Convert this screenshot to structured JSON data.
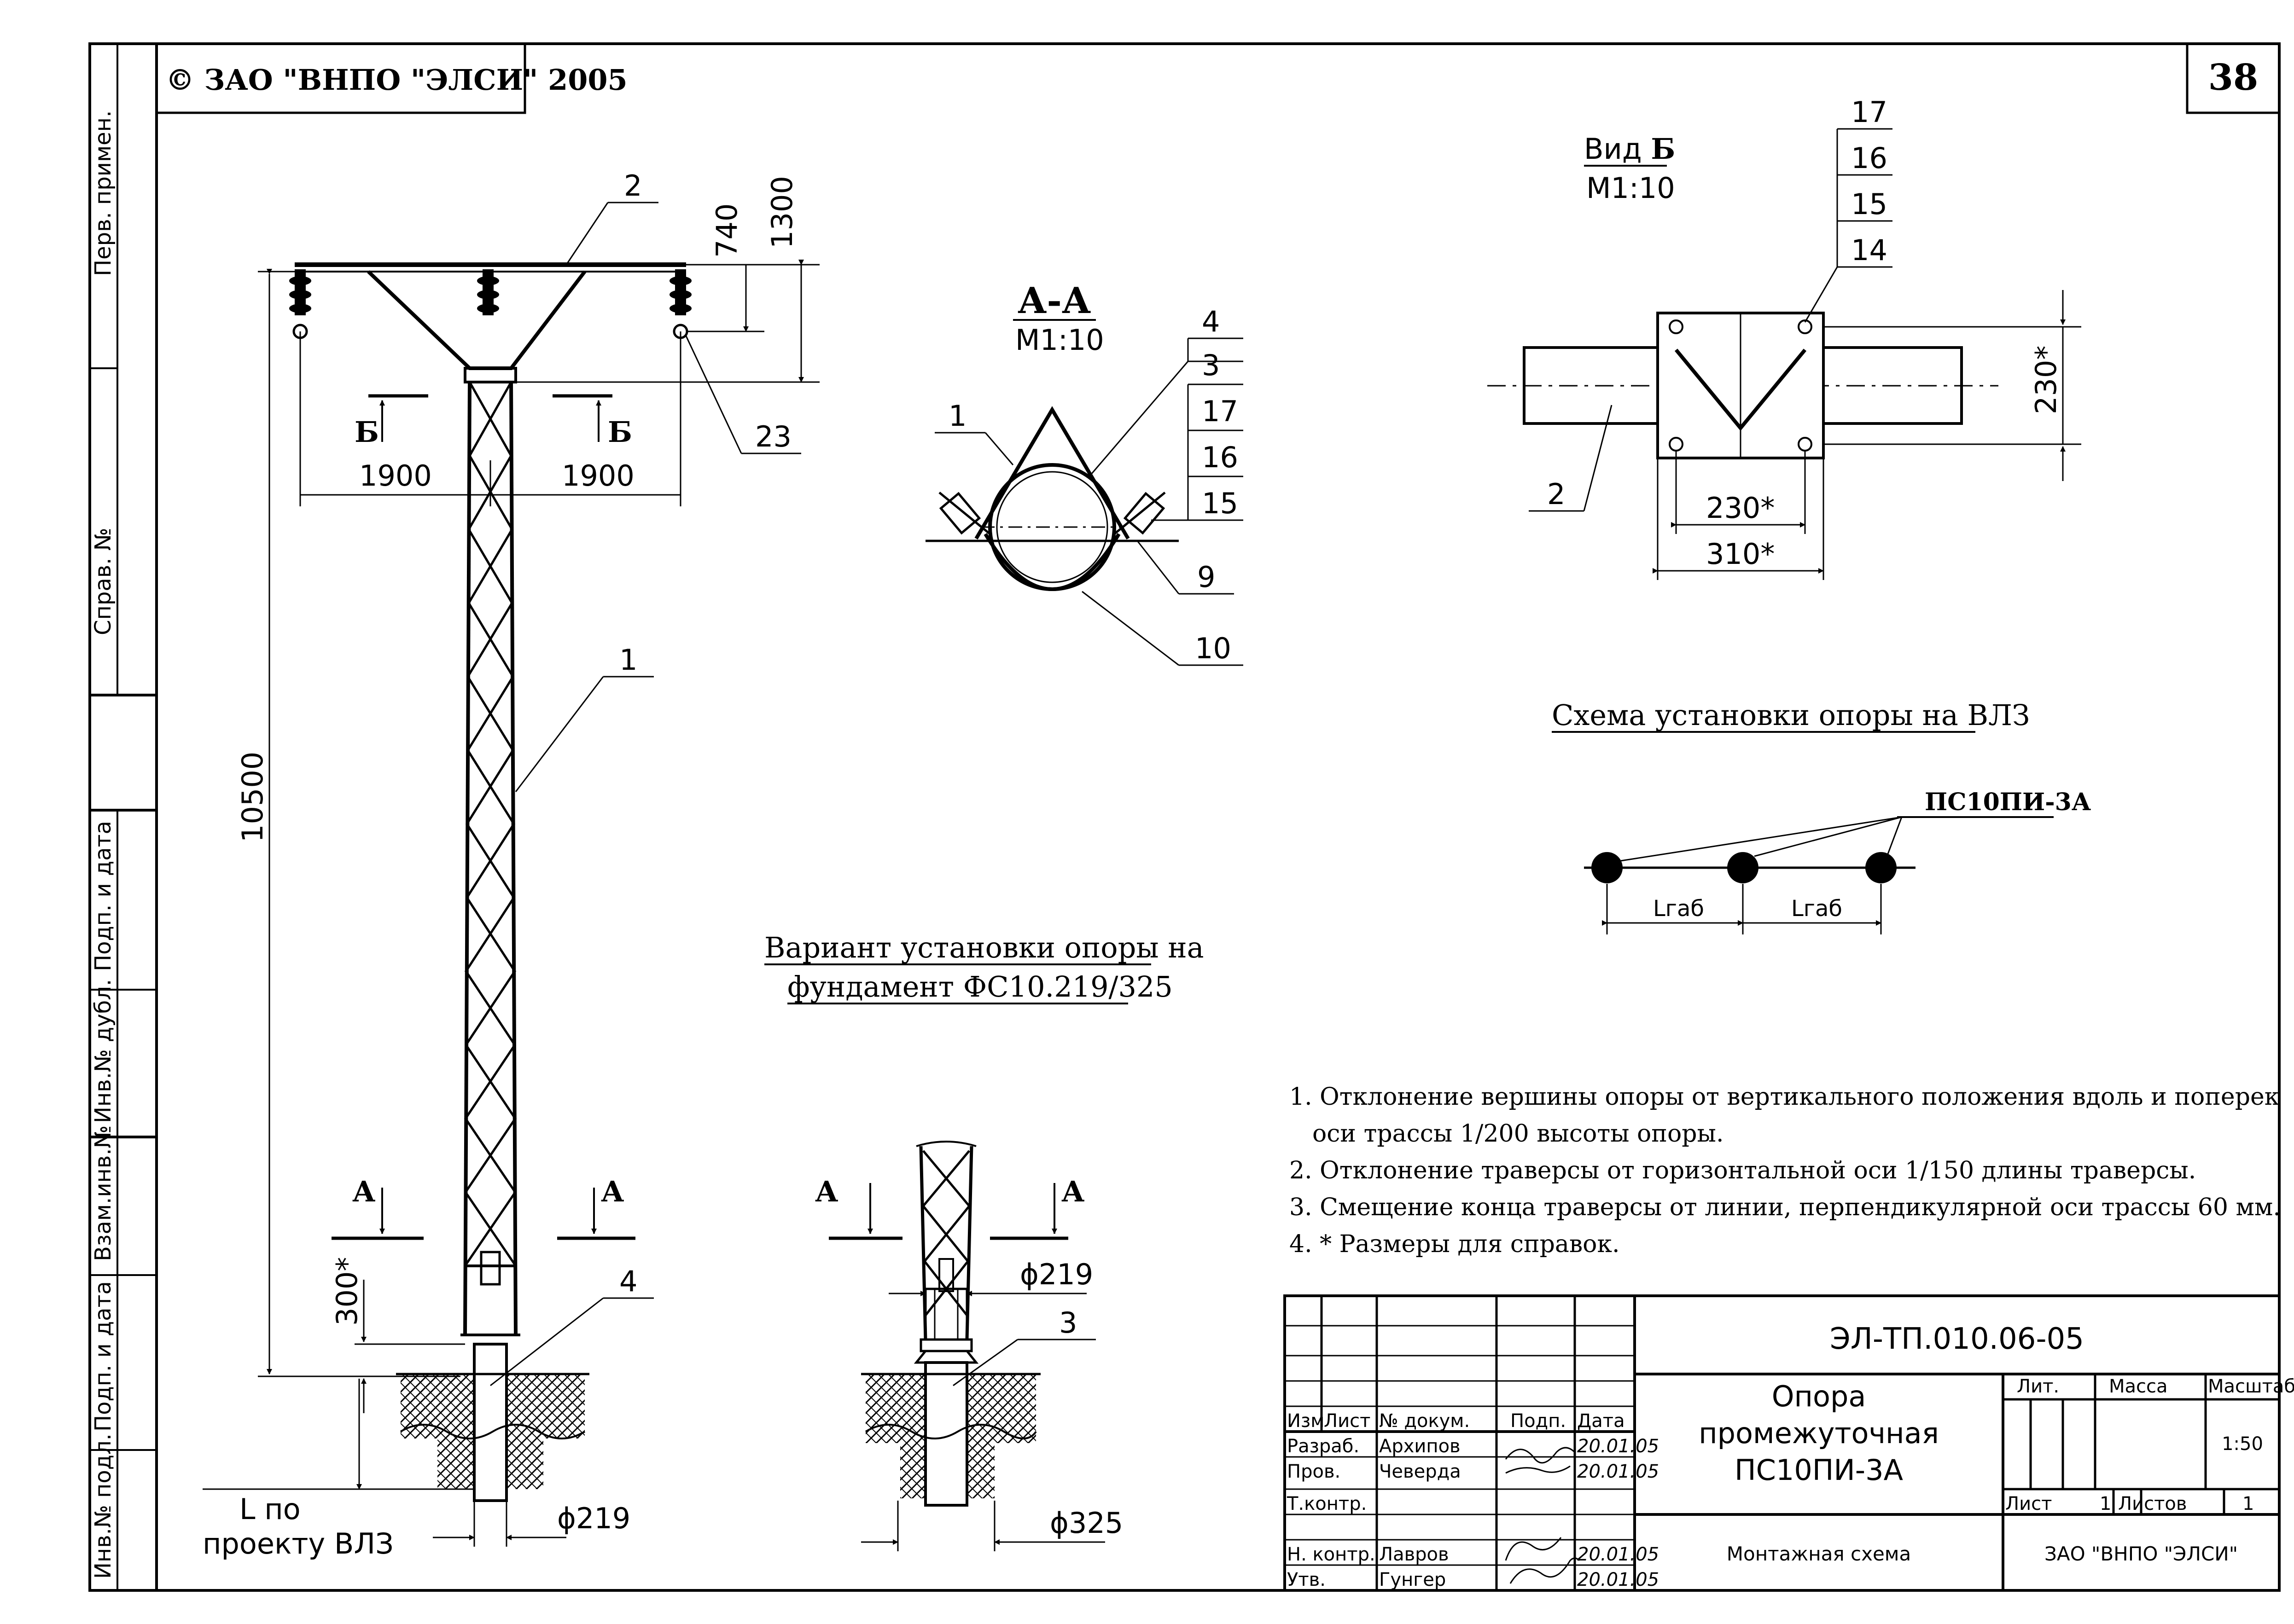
{
  "copyright": "© ЗАО \"ВНПО \"ЭЛСИ\" 2005",
  "page_number": "38",
  "side_stamp": [
    "Перв. примен.",
    "Справ. №",
    "Подп. и дата",
    "Инв.№ дубл.",
    "Взам.инв.№",
    "Подп. и дата",
    "Инв.№ подл."
  ],
  "main_view": {
    "dims": {
      "d740": "740",
      "d1300": "1300",
      "d1900_left": "1900",
      "d1900_right": "1900",
      "d10500": "10500",
      "d300": "300*",
      "phi219": "ϕ219"
    },
    "section_marks": {
      "b_left": "Б",
      "b_right": "Б",
      "a_left": "А",
      "a_right": "А"
    },
    "positions": {
      "p2": "2",
      "p23": "23",
      "p1": "1",
      "p4": "4"
    },
    "bottom_label": [
      "L по",
      "проекту ВЛЗ"
    ]
  },
  "section_aa": {
    "title": "А-А",
    "scale": "М1:10",
    "positions": {
      "p1": "1",
      "p4": "4",
      "p3": "3",
      "p17": "17",
      "p16": "16",
      "p15": "15",
      "p9": "9",
      "p10": "10"
    }
  },
  "view_b": {
    "title": "Вид",
    "title_letter": "Б",
    "scale": "М1:10",
    "positions": {
      "p17": "17",
      "p16": "16",
      "p15": "15",
      "p14": "14",
      "p2": "2"
    },
    "dims": {
      "d230v": "230*",
      "d230h": "230*",
      "d310": "310*"
    }
  },
  "scheme": {
    "title": "Схема установки опоры на ВЛЗ",
    "pole_label": "ПС10ПИ-3А",
    "span_left": "Lгаб",
    "span_right": "Lгаб"
  },
  "foundation": {
    "title_line1": "Вариант установки опоры на",
    "title_line2": "фундамент ФС10.219/325",
    "dims": {
      "phi219": "ϕ219",
      "phi325": "ϕ325"
    },
    "positions": {
      "p3": "3"
    },
    "section_marks": {
      "a_left": "А",
      "a_right": "А"
    }
  },
  "notes": [
    "1. Отклонение вершины опоры от вертикального положения вдоль и поперек",
    "оси трассы 1/200 высоты опоры.",
    "2. Отклонение траверсы от горизонтальной оси 1/150 длины траверсы.",
    "3. Смещение конца траверсы от линии, перпендикулярной оси трассы 60 мм.",
    "4. * Размеры для справок."
  ],
  "title_block": {
    "doc_code": "ЭЛ-ТП.010.06-05",
    "name": [
      "Опора",
      "промежуточная",
      "ПС10ПИ-3А"
    ],
    "sheet_title": "Монтажная схема",
    "org": "ЗАО \"ВНПО \"ЭЛСИ\"",
    "hdr": {
      "izm": "Изм",
      "list": "Лист",
      "ndoc": "№ докум.",
      "podp": "Подп.",
      "data": "Дата"
    },
    "rows": [
      {
        "role": "Разраб.",
        "name": "Архипов",
        "date": "20.01.05"
      },
      {
        "role": "Пров.",
        "name": "Чеверда",
        "date": "20.01.05"
      },
      {
        "role": "Т.контр.",
        "name": "",
        "date": ""
      },
      {
        "role": "Н. контр.",
        "name": "Лавров",
        "date": "20.01.05"
      },
      {
        "role": "Утв.",
        "name": "Гунгер",
        "date": "20.01.05"
      }
    ],
    "lit_label": "Лит.",
    "mass_label": "Масса",
    "scale_label": "Масштаб",
    "scale": "1:50",
    "sheet_label": "Лист",
    "sheet_no": "1",
    "sheets_label": "Листов",
    "sheets_no": "1"
  }
}
